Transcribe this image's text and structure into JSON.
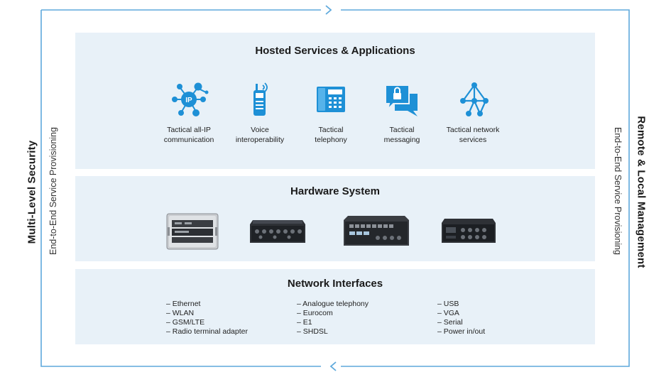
{
  "left_side": {
    "title": "Multi-Level Security",
    "subtitle": "End-to-End Service Provisioning"
  },
  "right_side": {
    "title": "Remote & Local Management",
    "subtitle": "End-to-End Service Provisioning"
  },
  "hosted_services": {
    "title": "Hosted Services & Applications",
    "items": [
      {
        "label_line1": "Tactical all-IP",
        "label_line2": "communication",
        "icon": "ip-network-icon"
      },
      {
        "label_line1": "Voice",
        "label_line2": "interoperability",
        "icon": "radio-handset-icon"
      },
      {
        "label_line1": "Tactical",
        "label_line2": "telephony",
        "icon": "desk-phone-icon"
      },
      {
        "label_line1": "Tactical",
        "label_line2": "messaging",
        "icon": "secure-message-icon"
      },
      {
        "label_line1": "Tactical network",
        "label_line2": "services",
        "icon": "network-nodes-icon"
      }
    ],
    "icon_label": "IP"
  },
  "hardware_system": {
    "title": "Hardware System",
    "devices": [
      "transit-case-device",
      "rugged-router-device",
      "rack-switch-device",
      "compact-unit-device"
    ]
  },
  "network_interfaces": {
    "title": "Network Interfaces",
    "columns": [
      [
        "– Ethernet",
        "– WLAN",
        "– GSM/LTE",
        "– Radio terminal adapter"
      ],
      [
        "– Analogue telephony",
        "– Eurocom",
        "– E1",
        "– SHDSL"
      ],
      [
        "– USB",
        "– VGA",
        "– Serial",
        "– Power in/out"
      ]
    ]
  },
  "colors": {
    "frame": "#5ea9dc",
    "panel": "#e8f1f8",
    "icon_blue": "#1e90d6"
  }
}
